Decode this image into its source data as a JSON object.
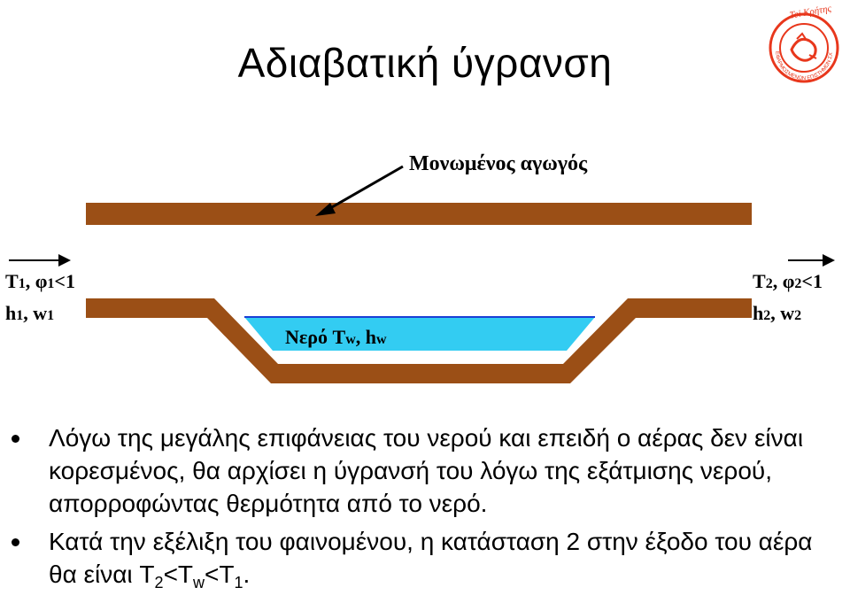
{
  "slide": {
    "title": "Αδιαβατική ύγρανση"
  },
  "logo": {
    "top_text": "Tei Kρήτης",
    "ring_text": "ΕΦΑΡΜΟΣΜΕΝΩΝ ΕΠΙΣΤΗΜΩΝ ΣΧΟΛΗ ΤΕΧΝΟΛΟΓΙΚΩΝ"
  },
  "diagram": {
    "duct_label": "Μονωμένος αγωγός",
    "inlet": {
      "T": "T",
      "T_sub": "1",
      "phi_text": ", φ",
      "phi_sub": "1",
      "phi_cond": "<1",
      "h": "h",
      "h_sub": "1",
      "w_text": ", w",
      "w_sub": "1"
    },
    "outlet": {
      "T": "T",
      "T_sub": "2",
      "phi_text": ", φ",
      "phi_sub": "2",
      "phi_cond": "<1",
      "h": "h",
      "h_sub": "2",
      "w_text": ", w",
      "w_sub": "2"
    },
    "water": {
      "prefix": "Νερό T",
      "T_sub": "w",
      "mid": ", h",
      "h_sub": "w"
    },
    "colors": {
      "duct": "#9b4f16",
      "water": "#33ccf2",
      "water_line": "#1a3fd6"
    }
  },
  "bullets": [
    {
      "text": "Λόγω της μεγάλης επιφάνειας του νερού και επειδή ο αέρας δεν είναι κορεσμένος, θα αρχίσει η ύγρανσή του λόγω της εξάτμισης νερού, απορροφώντας θερμότητα από το νερό."
    },
    {
      "pre": "Κατά την εξέλιξη του φαινομένου, η κατάσταση 2 στην έξοδο του αέρα θα είναι T",
      "s1": "2",
      "m1": "<T",
      "s2": "w",
      "m2": "<T",
      "s3": "1",
      "end": "."
    }
  ]
}
